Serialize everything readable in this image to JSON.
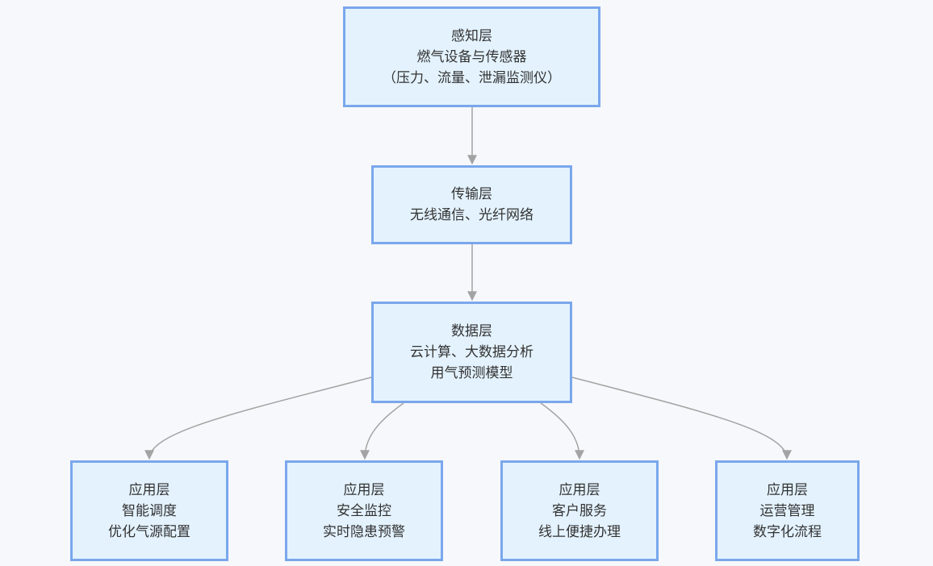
{
  "nodes": {
    "perception": {
      "title": "感知层",
      "line1": "燃气设备与传感器",
      "line2": "（压力、流量、泄漏监测仪）"
    },
    "transport": {
      "title": "传输层",
      "line1": "无线通信、光纤网络"
    },
    "data": {
      "title": "数据层",
      "line1": "云计算、大数据分析",
      "line2": "用气预测模型"
    },
    "app1": {
      "title": "应用层",
      "line1": "智能调度",
      "line2": "优化气源配置"
    },
    "app2": {
      "title": "应用层",
      "line1": "安全监控",
      "line2": "实时隐患预警"
    },
    "app3": {
      "title": "应用层",
      "line1": "客户服务",
      "line2": "线上便捷办理"
    },
    "app4": {
      "title": "应用层",
      "line1": "运营管理",
      "line2": "数字化流程"
    }
  },
  "colors": {
    "node_fill": "#e3f2fd",
    "node_border": "#7aa7ec",
    "edge": "#a3a3a3",
    "background": "#f7f8fb",
    "text": "#333333"
  }
}
